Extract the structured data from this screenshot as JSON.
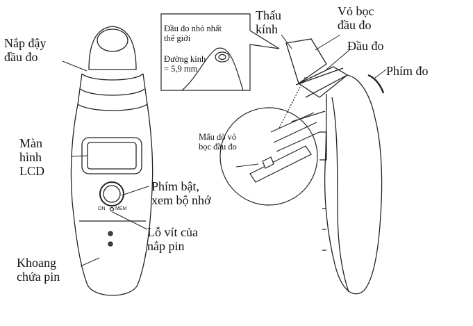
{
  "labels": {
    "nap_day": "Nắp đậy\nđầu  đo",
    "man_hinh": "Màn\nhình\nLCD",
    "khoang_pin": "Khoang\nchứa pin",
    "phim_bat": "Phím bật,\nxem bộ nhớ",
    "lo_vit": "Lỗ vít của\nnắp  pin",
    "thau_kinh": "Thấu\nkính",
    "vo_boc": "Vỏ bọc\nđầu đo",
    "dau_do": "Đầu đo",
    "phim_do": "Phím đo",
    "mau_do": "Mấu dò vỏ\nbọc đầu đo"
  },
  "inset": {
    "title": "Đầu đo nhỏ nhất\nthế giới",
    "diameter": "Đường kính\n= 5,9 mm"
  },
  "device_text": {
    "on": "ON",
    "mem": "MEM"
  },
  "colors": {
    "line": "#222222",
    "fill": "#ffffff",
    "shade": "#e6e6e6"
  }
}
